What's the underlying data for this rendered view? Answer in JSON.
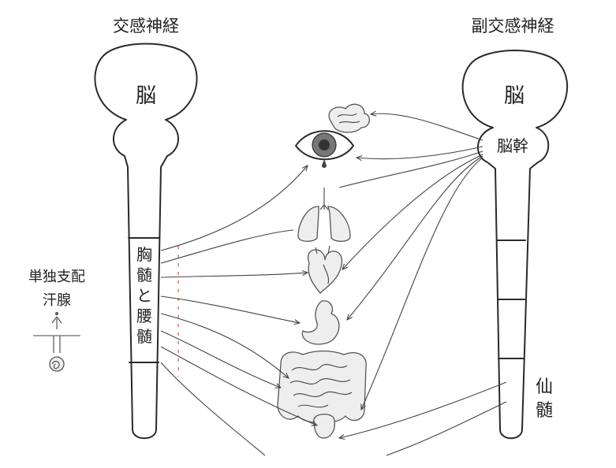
{
  "labels": {
    "sympathetic_title": "交感神経",
    "parasympathetic_title": "副交感神経",
    "brain_left": "脳",
    "brain_right": "脳",
    "brainstem": "脳幹",
    "spinal_segment_lines": [
      "胸",
      "髄",
      "と",
      "腰",
      "髄"
    ],
    "sacral_lines": [
      "仙",
      "髄"
    ],
    "sweat_gland_lines": [
      "単独支配",
      "汗腺"
    ]
  },
  "icons": [
    "brain-icon",
    "eye-icon",
    "lungs-icon",
    "heart-icon",
    "stomach-icon",
    "intestines-icon",
    "bladder-icon",
    "sweat-gland-icon"
  ],
  "colors": {
    "ink": "#2a2a2a",
    "organ_fill": "#eeeeee",
    "red_dash": "#c23030"
  }
}
